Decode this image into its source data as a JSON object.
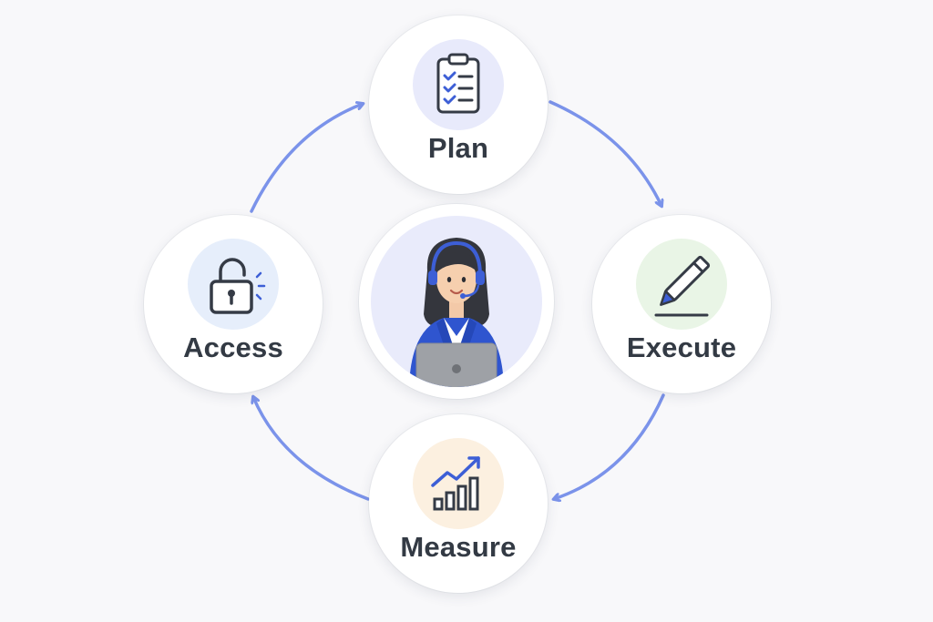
{
  "diagram": {
    "center": {
      "icon": "agent-with-headset-and-laptop-icon"
    },
    "steps": [
      {
        "id": "plan",
        "label": "Plan",
        "icon": "clipboard-checklist-icon",
        "badge_color": "#e8eafb"
      },
      {
        "id": "execute",
        "label": "Execute",
        "icon": "pencil-icon",
        "badge_color": "#e9f5e6"
      },
      {
        "id": "measure",
        "label": "Measure",
        "icon": "growth-chart-icon",
        "badge_color": "#fcf0e0"
      },
      {
        "id": "access",
        "label": "Access",
        "icon": "unlocked-padlock-icon",
        "badge_color": "#e6eefb"
      }
    ],
    "flow": [
      "plan",
      "execute",
      "measure",
      "access",
      "plan"
    ],
    "colors": {
      "arrow": "#7b93ea",
      "accent_blue": "#3d5fd6",
      "icon_stroke": "#353b46",
      "label": "#333a44",
      "background": "#f8f8fa"
    }
  }
}
